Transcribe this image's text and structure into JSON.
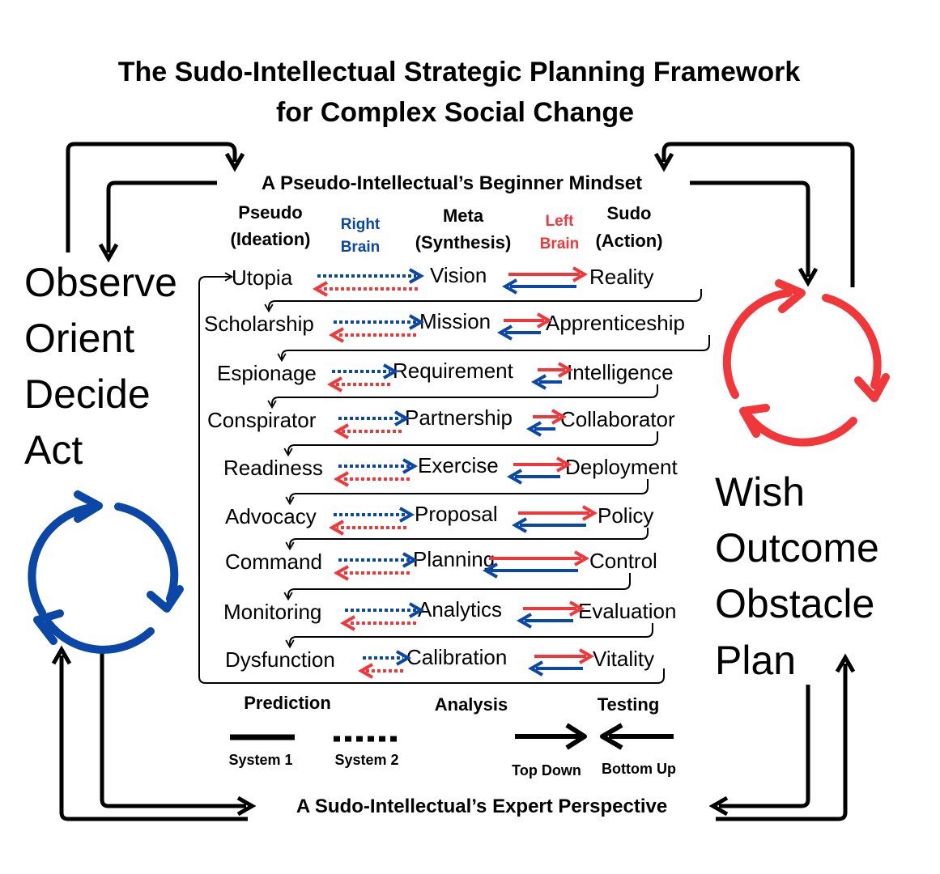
{
  "title": {
    "line1": "The Sudo-Intellectual Strategic Planning Framework",
    "line2": "for Complex Social Change"
  },
  "top_mindset": "A Pseudo-Intellectual’s Beginner Mindset",
  "bottom_perspective": "A Sudo-Intellectual’s Expert Perspective",
  "columns": {
    "pseudo": {
      "line1": "Pseudo",
      "line2": "(Ideation)"
    },
    "right_brain": {
      "line1": "Right",
      "line2": "Brain"
    },
    "meta": {
      "line1": "Meta",
      "line2": "(Synthesis)"
    },
    "left_brain": {
      "line1": "Left",
      "line2": "Brain"
    },
    "sudo": {
      "line1": "Sudo",
      "line2": "(Action)"
    }
  },
  "rows": [
    {
      "pseudo": "Utopia",
      "meta": "Vision",
      "sudo": "Reality"
    },
    {
      "pseudo": "Scholarship",
      "meta": "Mission",
      "sudo": "Apprenticeship"
    },
    {
      "pseudo": "Espionage",
      "meta": "Requirement",
      "sudo": "Intelligence"
    },
    {
      "pseudo": "Conspirator",
      "meta": "Partnership",
      "sudo": "Collaborator"
    },
    {
      "pseudo": "Readiness",
      "meta": "Exercise",
      "sudo": "Deployment"
    },
    {
      "pseudo": "Advocacy",
      "meta": "Proposal",
      "sudo": "Policy"
    },
    {
      "pseudo": "Command",
      "meta": "Planning",
      "sudo": "Control"
    },
    {
      "pseudo": "Monitoring",
      "meta": "Analytics",
      "sudo": "Evaluation"
    },
    {
      "pseudo": "Dysfunction",
      "meta": "Calibration",
      "sudo": "Vitality"
    }
  ],
  "ooda": [
    "Observe",
    "Orient",
    "Decide",
    "Act"
  ],
  "woop": [
    "Wish",
    "Outcome",
    "Obstacle",
    "Plan"
  ],
  "legend": {
    "prediction": "Prediction",
    "analysis": "Analysis",
    "testing": "Testing",
    "system1": "System 1",
    "system2": "System 2",
    "top_down": "Top Down",
    "bottom_up": "Bottom Up"
  },
  "colors": {
    "blue": "#0a47a6",
    "red": "#f2373b",
    "ink": "#000000"
  }
}
